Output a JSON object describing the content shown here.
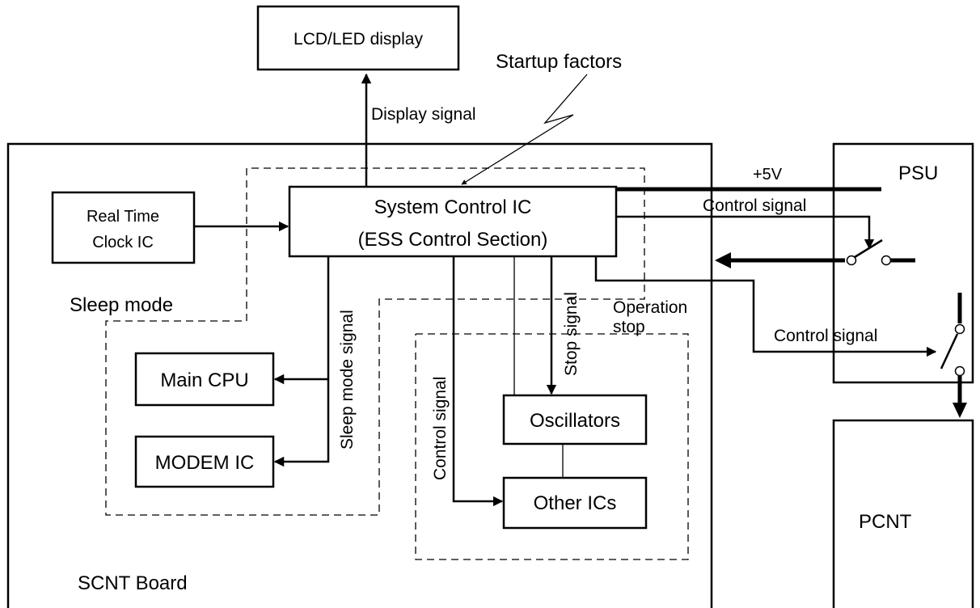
{
  "boxes": {
    "lcd": "LCD/LED display",
    "rtc_line1": "Real Time",
    "rtc_line2": "Clock IC",
    "sysctl_line1": "System Control IC",
    "sysctl_line2": "(ESS Control Section)",
    "main_cpu": "Main CPU",
    "modem": "MODEM IC",
    "oscillators": "Oscillators",
    "other_ics": "Other ICs",
    "psu": "PSU",
    "pcnt": "PCNT"
  },
  "labels": {
    "startup_factors": "Startup factors",
    "display_signal": "Display signal",
    "sleep_mode": "Sleep mode",
    "sleep_mode_signal": "Sleep mode signal",
    "control_signal_vertical": "Control signal",
    "stop_signal": "Stop signal",
    "operation_stop_line1": "Operation",
    "operation_stop_line2": "stop",
    "plus5v": "+5V",
    "control_signal_top": "Control signal",
    "control_signal_lower": "Control signal",
    "scnt_board": "SCNT Board"
  }
}
